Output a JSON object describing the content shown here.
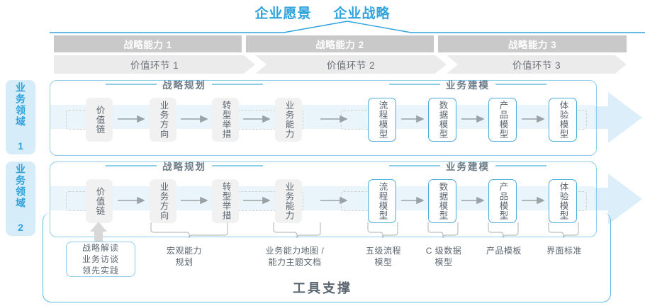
{
  "header": {
    "titles": [
      "企业愿景",
      "企业战略"
    ],
    "accent_color": "#2ea3dd"
  },
  "capabilities": [
    {
      "label": "战略能力 1"
    },
    {
      "label": "战略能力 2"
    },
    {
      "label": "战略能力 3"
    }
  ],
  "value_stages": [
    {
      "label": "价值环节 1"
    },
    {
      "label": "价值环节 2"
    },
    {
      "label": "价值环节 3"
    }
  ],
  "domains": [
    {
      "label": "业务领域 1"
    },
    {
      "label": "业务领域 2"
    }
  ],
  "sections": {
    "planning": "战略规划",
    "modeling": "业务建模"
  },
  "nodes": {
    "planning": [
      {
        "label": "价值链"
      },
      {
        "label": "业务方向"
      },
      {
        "label": "转型举措"
      },
      {
        "label": "业务能力"
      }
    ],
    "modeling": [
      {
        "label": "流程模型"
      },
      {
        "label": "数据模型"
      },
      {
        "label": "产品模型"
      },
      {
        "label": "体验模型"
      }
    ]
  },
  "tools": {
    "callout": [
      "战略解读",
      "业务访谈",
      "领先实践"
    ],
    "items": [
      {
        "label": "宏观能力\n规划"
      },
      {
        "label": "业务能力地图 /\n能力主题文档"
      },
      {
        "label": "五级流程\n模型"
      },
      {
        "label": "C 级数据\n模型"
      },
      {
        "label": "产品模板"
      },
      {
        "label": "界面标准"
      }
    ],
    "title": "工具支撑"
  },
  "colors": {
    "accent_blue": "#2ea3dd",
    "border_blue": "#8ecdea",
    "node_blue": "#4badd9",
    "band_blue": "#eaf5fb",
    "arrow_blue": "#dceef9",
    "bar_gray": "#c9c9c9",
    "stage_gray": "#ebebeb",
    "node_gray": "#f1f1f1"
  }
}
